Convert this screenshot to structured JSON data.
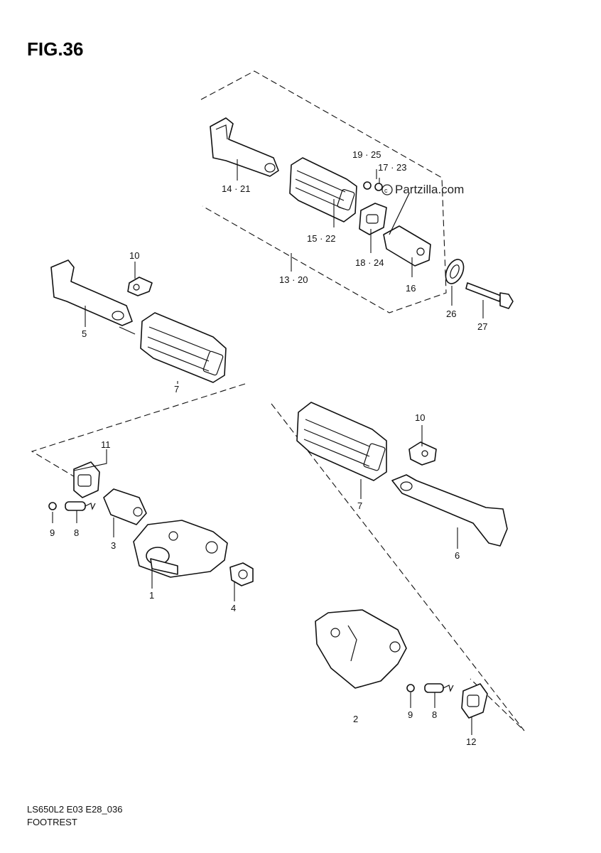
{
  "figure": {
    "title": "FIG.36",
    "code": "LS650L2 E03 E28_036",
    "name": "FOOTREST"
  },
  "watermark": "Partzilla.com",
  "callouts": [
    {
      "id": "c-14-21",
      "label": "14 · 21"
    },
    {
      "id": "c-19-25",
      "label": "19 · 25"
    },
    {
      "id": "c-17-23",
      "label": "17 · 23"
    },
    {
      "id": "c-15-22",
      "label": "15 · 22"
    },
    {
      "id": "c-18-24",
      "label": "18 · 24"
    },
    {
      "id": "c-13-20",
      "label": "13 · 20"
    },
    {
      "id": "c-16",
      "label": "16"
    },
    {
      "id": "c-26",
      "label": "26"
    },
    {
      "id": "c-27",
      "label": "27"
    },
    {
      "id": "c-10a",
      "label": "10"
    },
    {
      "id": "c-5",
      "label": "5"
    },
    {
      "id": "c-7a",
      "label": "7"
    },
    {
      "id": "c-11",
      "label": "11"
    },
    {
      "id": "c-9a",
      "label": "9"
    },
    {
      "id": "c-8a",
      "label": "8"
    },
    {
      "id": "c-3",
      "label": "3"
    },
    {
      "id": "c-1",
      "label": "1"
    },
    {
      "id": "c-4",
      "label": "4"
    },
    {
      "id": "c-10b",
      "label": "10"
    },
    {
      "id": "c-7b",
      "label": "7"
    },
    {
      "id": "c-6",
      "label": "6"
    },
    {
      "id": "c-2",
      "label": "2"
    },
    {
      "id": "c-9b",
      "label": "9"
    },
    {
      "id": "c-8b",
      "label": "8"
    },
    {
      "id": "c-12",
      "label": "12"
    }
  ]
}
